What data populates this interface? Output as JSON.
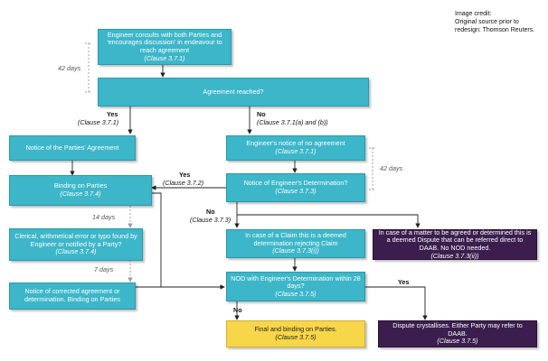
{
  "credit": {
    "line1": "Image credit:",
    "line2": "Original source prior to redesign: Thomson Reuters."
  },
  "nodes": {
    "consult": {
      "text": "Engineer consults with both Parties and 'encourages discussion' in endeavour to reach agreement",
      "clause": "(Clause 3.7.1)"
    },
    "agreement": {
      "text": "Agreement reached?"
    },
    "notice_agreement": {
      "text": "Notice of the Parties' Agreement"
    },
    "notice_no_agreement": {
      "text": "Engineer's notice of no agreement",
      "clause": "(Clause 3.7.1)"
    },
    "binding": {
      "text": "Binding on Parties",
      "clause": "(Clause 3.7.4)"
    },
    "notice_determination": {
      "text": "Notice of Engineer's Determination?",
      "clause": "(Clause 3.7.3)"
    },
    "clerical": {
      "text": "Clerical, arithmetical error or typo found by Engineer or notified by a Party?",
      "clause": "(Clause 3.7.4)"
    },
    "deemed_claim": {
      "text": "In case of a Claim this is a deemed determination rejecting Claim",
      "clause": "(Clause 3.7.3(i))"
    },
    "deemed_dispute": {
      "text": "In case of a matter to be agreed or determined this is a deemed Dispute that can be referred direct to DAAB.  No NOD needed.",
      "clause": "(Clause 3.7.3(ii))"
    },
    "corrected": {
      "text": "Notice of corrected agreement or determination.  Binding on Parties"
    },
    "nod": {
      "text": "NOD with Engineer's Determination within 28 days?",
      "clause": "(Clause 3.7.5)"
    },
    "final": {
      "text": "Final and binding on Parties.",
      "clause": "(Clause 3.7.5)"
    },
    "dispute": {
      "text": "Dispute crystallises. Either Party may refer to DAAB.",
      "clause": "(Clause 3.7.5)"
    }
  },
  "labels": {
    "yes1": "Yes",
    "yes1_clause": "(Clause 3.7.1)",
    "no1": "No",
    "no1_clause": "(Clause 3.7.1(a) and (b))",
    "yes2": "Yes",
    "yes2_clause": "(Clause 3.7.2)",
    "no2": "No",
    "no2_clause": "(Clause 3.7.3)",
    "yes3": "Yes",
    "no3": "No"
  },
  "durations": {
    "d1": "42 days",
    "d2": "42 days",
    "d3": "14 days",
    "d4": "7 days"
  },
  "colors": {
    "process": "#3cb6c8",
    "final": "#f7d64a",
    "dispute": "#3b1e4e"
  }
}
